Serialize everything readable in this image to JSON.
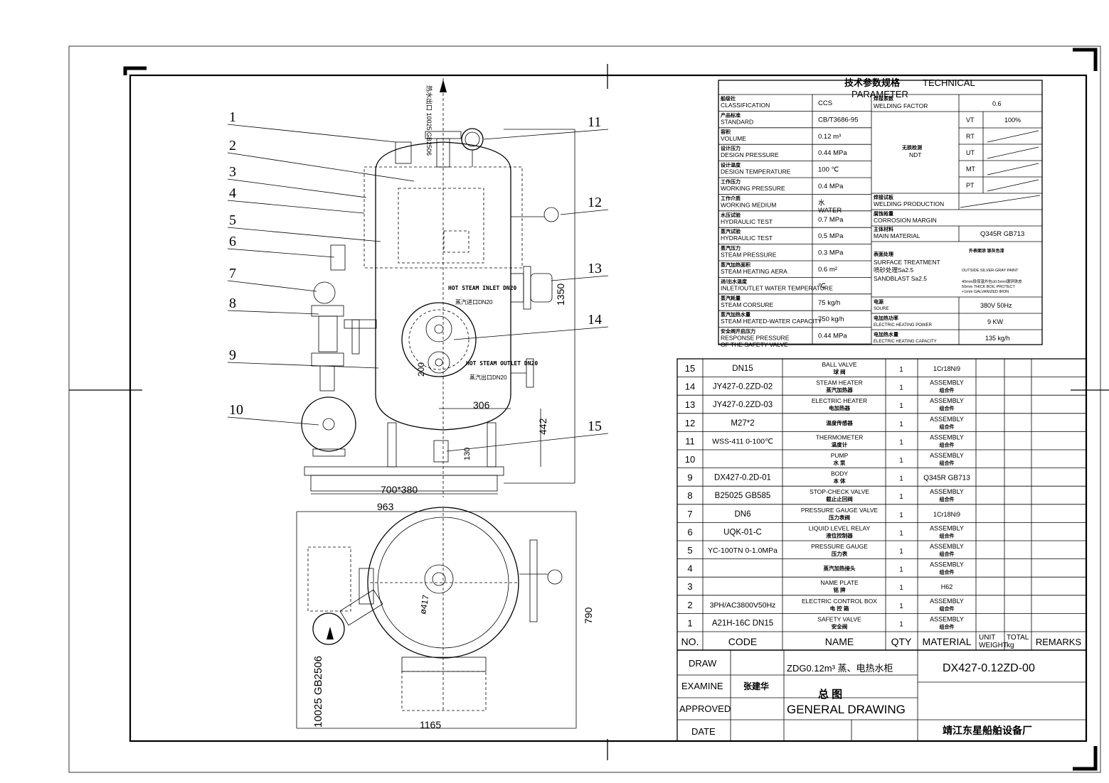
{
  "drawing_number": "DX427-0.12ZD-00",
  "product_name": "ZDG0.12m³ 蒸、电热水柜",
  "drawing_title_cn": "总    图",
  "drawing_title_en": "GENERAL DRAWING",
  "company": "靖江东星船舶设备厂",
  "examiner": "张建华",
  "title_block_labels": {
    "draw": "DRAW",
    "examine": "EXAMINE",
    "approved": "APPROVED",
    "date": "DATE"
  },
  "tech_header": {
    "cn": "技术参数规格",
    "en1": "TECHNICAL",
    "en2": "PARAMETER"
  },
  "tech_left": [
    {
      "cn": "船级社",
      "en": "CLASSIFICATION",
      "value": "CCS"
    },
    {
      "cn": "产品标准",
      "en": "STANDARD",
      "value": "CB/T3686-95"
    },
    {
      "cn": "容积",
      "en": "VOLUME",
      "value": "0.12  m³"
    },
    {
      "cn": "设计压力",
      "en": "DESIGN PRESSURE",
      "value": "0.44  MPa"
    },
    {
      "cn": "设计温度",
      "en": "DESIGN TEMPERATURE",
      "value": "100 ℃"
    },
    {
      "cn": "工作压力",
      "en": "WORKING PRESSURE",
      "value": "0.4 MPa"
    },
    {
      "cn": "工作介质",
      "en": "WORKING MEDIUM",
      "value": "水\nWATER"
    },
    {
      "cn": "水压试验",
      "en": "HYDRAULIC TEST",
      "value": "0.7 MPa"
    },
    {
      "cn": "蒸汽试验",
      "en": "HYDRAULIC TEST",
      "value": "0.5  MPa"
    },
    {
      "cn": "蒸汽压力",
      "en": "STEAM PRESSURE",
      "value": "0.3   MPa"
    },
    {
      "cn": "蒸汽加热面积",
      "en": "STEAM HEATING AERA",
      "value": "0.6  m²"
    },
    {
      "cn": "进/出水温度",
      "en": "INLET/OUTLET WATER TEMPERATURE",
      "value": "℃"
    },
    {
      "cn": "蒸汽耗量",
      "en": "STEAM CORSURE",
      "value": "75 kg/h"
    },
    {
      "cn": "蒸汽加热水量",
      "en": "STEAM HEATED-WATER CAPACITY",
      "value": "750 kg/h"
    },
    {
      "cn": "安全阀开启压力",
      "en": "RESPONSE PRESSURE\nOF THE SAFETY VALVE",
      "value": "0.44  MPa"
    }
  ],
  "tech_right": {
    "welding_factor_cn": "焊接系数",
    "welding_factor_en": "WELDING FACTOR",
    "welding_factor_value": "0.6",
    "ndt_cn": "无损检测",
    "ndt_en": "NDT",
    "ndt_rows": [
      {
        "method": "VT",
        "value": "100%"
      },
      {
        "method": "RT",
        "value": ""
      },
      {
        "method": "UT",
        "value": ""
      },
      {
        "method": "MT",
        "value": ""
      },
      {
        "method": "PT",
        "value": ""
      }
    ],
    "welding_production_cn": "焊接试板",
    "welding_production_en": "WELDING PRODUCTION",
    "corrosion_cn": "腐蚀裕量",
    "corrosion_en": "CORROSION MARGIN",
    "material_cn": "主体材料",
    "material_en": "MAIN MATERIAL",
    "material_value": "Q345R  GB713",
    "surface_cn": "表面处理",
    "surface_en": "SURFACE TREATMENT",
    "surface_line2": "喷砂处理Sa2.5",
    "surface_line3": "SANDBLAST  Sa2.5",
    "paint_cn": "外表面涂 银灰色漆",
    "paint_en": "OUTSIDE:SILVER-GRAY PAINT",
    "insulation": "40mm段保温外包ù0.5mm镀锌铁皮",
    "insulation_en": "50mm  THICK BOIL PROTECT",
    "insulation_en2": "+1mm  GALVANIZED IRON",
    "power_cn": "电源",
    "power_en": "SOURE",
    "power_value": "380V  50Hz",
    "heating_power_cn": "电加热功率",
    "heating_power_en": "ELECTRIC HEATING POWER",
    "heating_power_value": "9   KW",
    "heating_cap_cn": "电加热水量",
    "heating_cap_en": "ELECTRIC HEATING CAPACITY",
    "heating_cap_value": "135 kg/h"
  },
  "bom_header": {
    "no": "NO.",
    "code": "CODE",
    "name": "NAME",
    "qty": "QTY",
    "material": "MATERIAL",
    "unit_weight": "UNIT\nWEIGHT",
    "total": "TOTAL\nkg",
    "remarks": "REMARKS"
  },
  "bom": [
    {
      "no": "15",
      "code": "DN15",
      "name_en": "BALL VALVE",
      "name_cn": "球  阀",
      "qty": "1",
      "material": "1Cr18Ni9",
      "mat_cn": ""
    },
    {
      "no": "14",
      "code": "JY427-0.2ZD-02",
      "name_en": "STEAM HEATER",
      "name_cn": "蒸汽加热器",
      "qty": "1",
      "material": "ASSEMBLY",
      "mat_cn": "组合件"
    },
    {
      "no": "13",
      "code": "JY427-0.2ZD-03",
      "name_en": "ELECTRIC HEATER",
      "name_cn": "电加热器",
      "qty": "1",
      "material": "ASSEMBLY",
      "mat_cn": "组合件"
    },
    {
      "no": "12",
      "code": "M27*2",
      "name_en": "",
      "name_cn": "温度传感器",
      "qty": "1",
      "material": "ASSEMBLY",
      "mat_cn": "组合件"
    },
    {
      "no": "11",
      "code": "WSS-411  0-100℃",
      "name_en": "THERMOMETER",
      "name_cn": "温度计",
      "qty": "1",
      "material": "ASSEMBLY",
      "mat_cn": "组合件"
    },
    {
      "no": "10",
      "code": "",
      "name_en": "PUMP",
      "name_cn": "水  泵",
      "qty": "1",
      "material": "ASSEMBLY",
      "mat_cn": "组合件"
    },
    {
      "no": "9",
      "code": "DX427-0.2D-01",
      "name_en": "BODY",
      "name_cn": "本  体",
      "qty": "1",
      "material": "Q345R  GB713",
      "mat_cn": ""
    },
    {
      "no": "8",
      "code": "B25025  GB585",
      "name_en": "STOP-CHECK VALVE",
      "name_cn": "截止止回阀",
      "qty": "1",
      "material": "ASSEMBLY",
      "mat_cn": "组合件"
    },
    {
      "no": "7",
      "code": "DN6",
      "name_en": "PRESSURE GAUGE VALVE",
      "name_cn": "压力表阀",
      "qty": "1",
      "material": "1Cr18Ni9",
      "mat_cn": ""
    },
    {
      "no": "6",
      "code": "UQK-01-C",
      "name_en": "LIQUID LEVEL RELAY",
      "name_cn": "液位控制器",
      "qty": "1",
      "material": "ASSEMBLY",
      "mat_cn": "组合件"
    },
    {
      "no": "5",
      "code": "YC-100TN  0-1.0MPa",
      "name_en": "PRESSURE GAUGE",
      "name_cn": "压力表",
      "qty": "1",
      "material": "ASSEMBLY",
      "mat_cn": "组合件"
    },
    {
      "no": "4",
      "code": "",
      "name_en": "",
      "name_cn": "蒸汽加热接头",
      "qty": "1",
      "material": "ASSEMBLY",
      "mat_cn": "组合件"
    },
    {
      "no": "3",
      "code": "",
      "name_en": "NAME PLATE",
      "name_cn": "铭  牌",
      "qty": "1",
      "material": "H62",
      "mat_cn": ""
    },
    {
      "no": "2",
      "code": "3PH/AC3800V50Hz",
      "name_en": "ELECTRIC CONTROL BOX",
      "name_cn": "电  控  箱",
      "qty": "1",
      "material": "ASSEMBLY",
      "mat_cn": "组合件"
    },
    {
      "no": "1",
      "code": "A21H-16C  DN15",
      "name_en": "SAFETY VALVE",
      "name_cn": "安全阀",
      "qty": "1",
      "material": "ASSEMBLY",
      "mat_cn": "组合件"
    }
  ],
  "callouts_left": [
    "1",
    "2",
    "3",
    "4",
    "5",
    "6",
    "7",
    "8",
    "9",
    "10"
  ],
  "callouts_right": [
    "11",
    "12",
    "13",
    "14",
    "15"
  ],
  "dimensions": {
    "height": "1350",
    "width_306": "306",
    "leg_442": "442",
    "base": "700*380",
    "top_963": "963",
    "side_790": "790",
    "bottom_1165": "1165",
    "dia_417": "ø417",
    "d_200": "200",
    "d_130": "130"
  },
  "annotations": {
    "hot_water_outlet": "热水出口 10025 GB2506",
    "steam_inlet_en": "HOT STEAM INLET DN20",
    "steam_inlet_cn": "蒸汽进口DN20",
    "steam_outlet_en": "HOT STEAM OUTLET DN20",
    "steam_outlet_cn": "蒸汽出口DN20",
    "inlet_plan": "10025  GB2506"
  }
}
